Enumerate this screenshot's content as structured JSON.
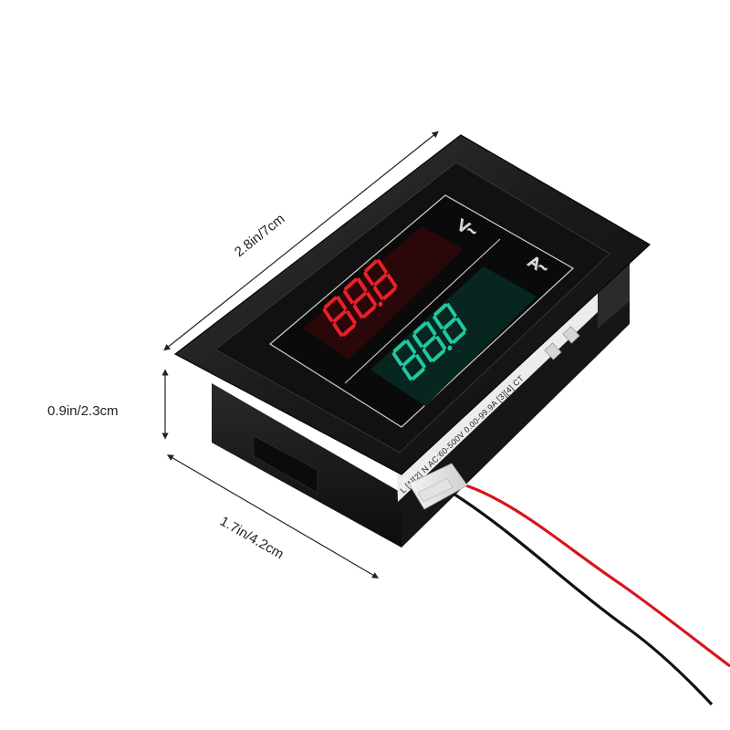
{
  "dimensions": {
    "length": "2.8in/7cm",
    "height": "0.9in/2.3cm",
    "depth": "1.7in/4.2cm"
  },
  "meter": {
    "voltage_symbol": "V~",
    "current_symbol": "A~",
    "voltage_display": "88.8",
    "current_display": "88.8",
    "terminal_label": "L [1][2] N  AC:60-500V  0.00-99.9A  [3][4] CT",
    "colors": {
      "voltage_led": "#e8202a",
      "current_led": "#21c7a1",
      "housing": "#1b1b1b",
      "wire_red": "#d8141c",
      "wire_black": "#111111"
    }
  }
}
